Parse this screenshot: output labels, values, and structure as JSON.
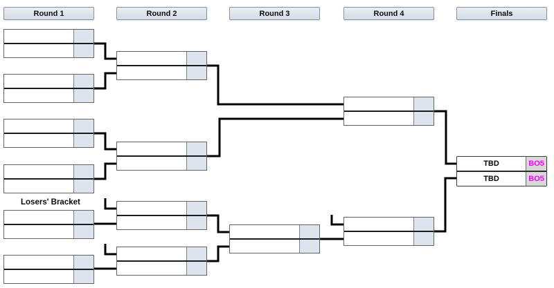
{
  "headers": [
    "Round 1",
    "Round 2",
    "Round 3",
    "Round 4",
    "Finals"
  ],
  "labels": {
    "losers_bracket": "Losers' Bracket"
  },
  "finals": {
    "rows": [
      {
        "name": "TBD",
        "format": "BO5"
      },
      {
        "name": "TBD",
        "format": "BO5"
      }
    ]
  },
  "colors": {
    "connector": "#000000",
    "badge_text": "#ff00ff",
    "badge_fill": "#d8d8d8",
    "score_fill": "#dde4ee",
    "header_fill_top": "#eaeef4",
    "header_fill_bottom": "#d5dde6"
  }
}
